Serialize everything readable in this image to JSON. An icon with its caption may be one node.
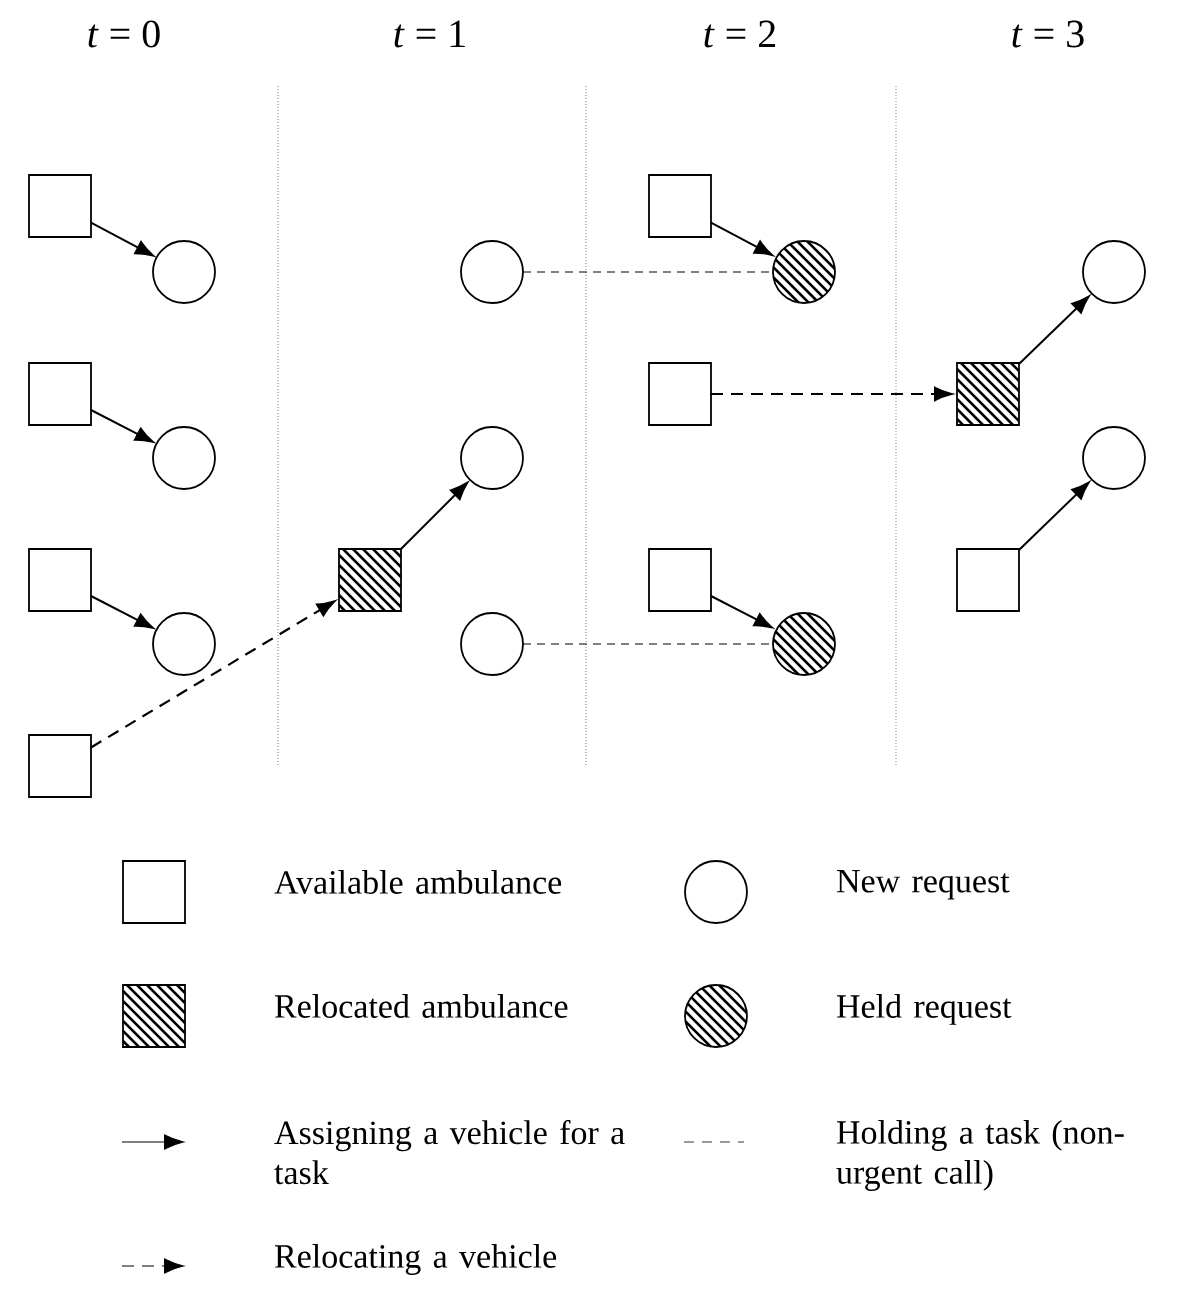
{
  "diagram": {
    "nodes": [
      {
        "text": [],
        "shape": "box"
      },
      {
        "text": [],
        "shape": "box"
      },
      {
        "text": [],
        "shape": "box"
      },
      {
        "text": [],
        "shape": "box"
      },
      {
        "text": [],
        "shape": "circle"
      },
      {
        "text": [],
        "shape": "circle"
      },
      {
        "text": [],
        "shape": "circle"
      },
      {
        "text": [],
        "shape": "box"
      },
      {
        "text": [],
        "shape": "circle"
      },
      {
        "text": [],
        "shape": "circle"
      },
      {
        "text": [],
        "shape": "circle"
      },
      {
        "text": [],
        "shape": "box"
      },
      {
        "text": [],
        "shape": "box"
      },
      {
        "text": [],
        "shape": "box"
      },
      {
        "text": [],
        "shape": "circle"
      },
      {
        "text": [],
        "shape": "circle"
      },
      {
        "text": [],
        "shape": "box"
      },
      {
        "text": [],
        "shape": "box"
      },
      {
        "text": [],
        "shape": "circle"
      },
      {
        "text": [],
        "shape": "circle"
      }
    ],
    "edges": [
      {
        "from": 0,
        "to": 4,
        "arrow": "to"
      },
      {
        "from": 1,
        "to": 5,
        "arrow": "to"
      },
      {
        "from": 2,
        "to": 6,
        "arrow": "to"
      },
      {
        "from": 3,
        "to": 7,
        "arrow": "to",
        "style": "dashed"
      },
      {
        "from": 7,
        "to": 9,
        "arrow": "to"
      },
      {
        "from": 8,
        "to": 14,
        "arrow": "none",
        "style": "dashed"
      },
      {
        "from": 10,
        "to": 15,
        "arrow": "none",
        "style": "dashed"
      },
      {
        "from": 11,
        "to": 14,
        "arrow": "to"
      },
      {
        "from": 13,
        "to": 15,
        "arrow": "to"
      },
      {
        "from": 12,
        "to": 16,
        "arrow": "to",
        "style": "dashed"
      },
      {
        "from": 16,
        "to": 18,
        "arrow": "to"
      },
      {
        "from": 17,
        "to": 19,
        "arrow": "to"
      }
    ],
    "labels": [
      "*t* = 0",
      "*t* = 1",
      "*t* = 2",
      "*t* = 3"
    ],
    "legend": [
      {
        "text": "Available ambulance"
      },
      {
        "text": "New request"
      },
      {
        "text": "Relocated ambulance"
      },
      {
        "text": "Held request"
      },
      {
        "text": "Assigning a vehicle for a task"
      },
      {
        "text": "Holding a task (non-urgent call)"
      },
      {
        "text": "Relocating a vehicle"
      }
    ]
  }
}
